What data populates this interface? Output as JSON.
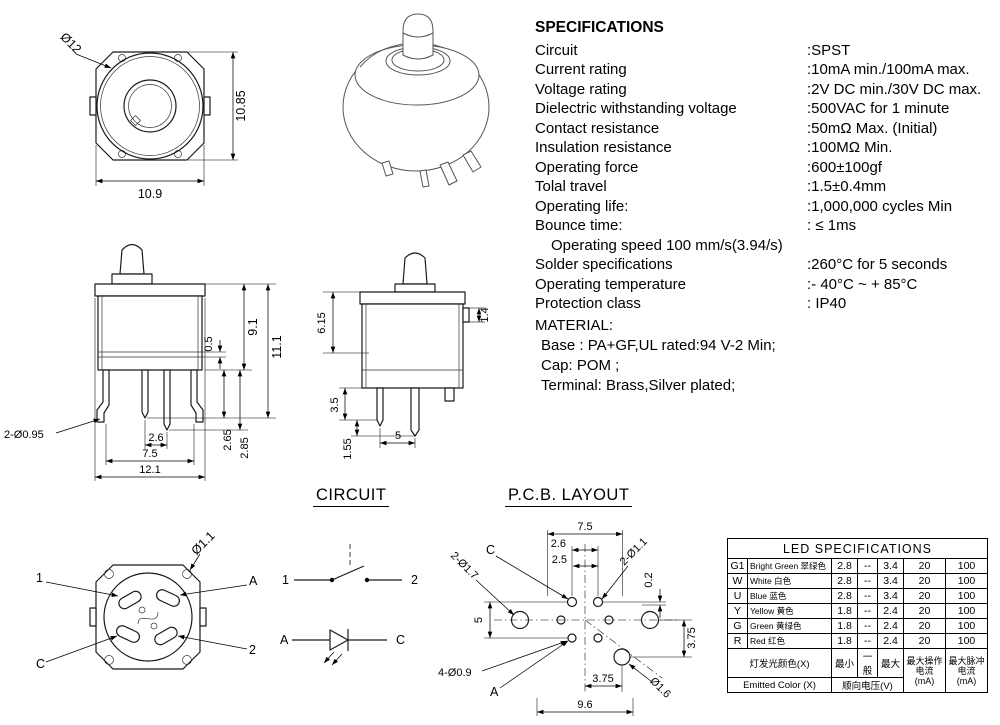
{
  "specifications": {
    "title": "SPECIFICATIONS",
    "items": [
      {
        "label": "Circuit",
        "value": ":SPST"
      },
      {
        "label": "Current rating",
        "value": ":10mA min./100mA max."
      },
      {
        "label": "Voltage rating",
        "value": ":2V DC min./30V DC max."
      },
      {
        "label": "Dielectric withstanding voltage",
        "value": ":500VAC for 1 minute"
      },
      {
        "label": "Contact resistance",
        "value": ":50mΩ  Max. (Initial)"
      },
      {
        "label": "Insulation resistance",
        "value": ":100MΩ  Min."
      },
      {
        "label": "Operating force",
        "value": ":600±100gf"
      },
      {
        "label": "Tolal travel",
        "value": ":1.5±0.4mm"
      },
      {
        "label": "Operating life:",
        "value": ":1,000,000 cycles Min"
      },
      {
        "label": "Bounce time:",
        "value": ": ≤ 1ms"
      },
      {
        "label": "Operating speed 100 mm/s(3.94/s)",
        "value": ""
      },
      {
        "label": "Solder specifications",
        "value": ":260°C for 5 seconds"
      },
      {
        "label": "Operating temperature",
        "value": ":- 40°C ~ + 85°C"
      },
      {
        "label": "Protection class",
        "value": ": IP40"
      }
    ]
  },
  "material": {
    "title": "MATERIAL:",
    "lines": [
      "Base : PA+GF,UL rated:94 V-2 Min;",
      "Cap: POM ;",
      "Terminal: Brass,Silver plated;"
    ]
  },
  "titles": {
    "circuit": "CIRCUIT",
    "pcb": "P.C.B. LAYOUT"
  },
  "dims": {
    "top_view": {
      "diameter": "Ø12",
      "height": "10.85",
      "width": "10.9"
    },
    "front_view": {
      "pin_label": "2-Ø0.95",
      "total_height": "11.1",
      "body_height": "9.1",
      "lip": "0.5",
      "pin_len_a": "2.65",
      "pin_len_b": "2.85",
      "pitch_inner": "2.6",
      "pitch_outer": "7.5",
      "width": "12.1"
    },
    "side_view": {
      "cap_height": "6.15",
      "pin_len": "3.5",
      "pin_tip": "1.55",
      "pitch": "5",
      "latch": "1.4"
    },
    "bottom_view": {
      "t1": "1",
      "t2": "2",
      "ta": "A",
      "tc": "C",
      "hole": "Ø1.1"
    },
    "circuit": {
      "p1": "1",
      "p2": "2",
      "pa": "A",
      "pc": "C"
    },
    "pcb": {
      "d75": "7.5",
      "d26": "2.6",
      "d25": "2.5",
      "holes_11": "2-Ø1.1",
      "holes_17": "2-Ø1.7",
      "d02": "0.2",
      "d5": "5",
      "d375v": "3.75",
      "holes_09": "4-Ø0.9",
      "d375h": "3.75",
      "hole_16": "Ø1.6",
      "d96": "9.6",
      "pa": "A",
      "pc": "C"
    }
  },
  "led_table": {
    "title": "LED SPECIFICATIONS",
    "rows": [
      {
        "code": "G1",
        "name": "Bright Green 翠绿色",
        "min": "2.8",
        "typ": "--",
        "max": "3.4",
        "imax": "20",
        "ipk": "100"
      },
      {
        "code": "W",
        "name": "White  白色",
        "min": "2.8",
        "typ": "--",
        "max": "3.4",
        "imax": "20",
        "ipk": "100"
      },
      {
        "code": "U",
        "name": "Blue   蓝色",
        "min": "2.8",
        "typ": "--",
        "max": "3.4",
        "imax": "20",
        "ipk": "100"
      },
      {
        "code": "Y",
        "name": "Yellow 黄色",
        "min": "1.8",
        "typ": "--",
        "max": "2.4",
        "imax": "20",
        "ipk": "100"
      },
      {
        "code": "G",
        "name": "Green  黄绿色",
        "min": "1.8",
        "typ": "--",
        "max": "2.4",
        "imax": "20",
        "ipk": "100"
      },
      {
        "code": "R",
        "name": "Red    红色",
        "min": "1.8",
        "typ": "--",
        "max": "2.4",
        "imax": "20",
        "ipk": "100"
      }
    ],
    "footer": {
      "color_cn": "灯发光颜色(X)",
      "color_en": "Emitted Color (X)",
      "min": "最小",
      "typ": "一般",
      "max": "最大",
      "vf": "顺向电压(V)",
      "imax": "最大操作电流(mA)",
      "ipk": "最大脉冲电流(mA)"
    }
  }
}
